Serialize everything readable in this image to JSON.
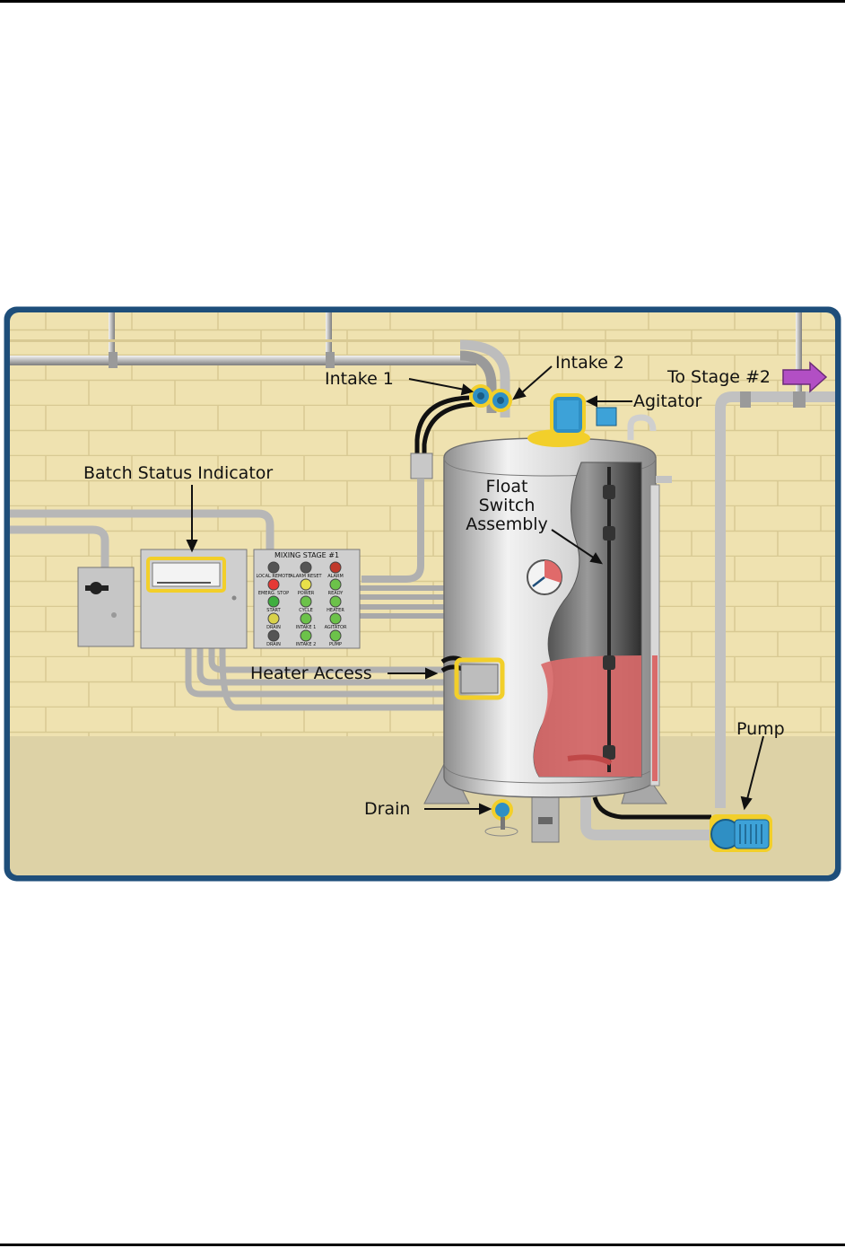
{
  "labels": {
    "intake1": "Intake 1",
    "intake2": "Intake 2",
    "to_stage": "To Stage #2",
    "agitator": "Agitator",
    "batch_status": "Batch Status Indicator",
    "float_switch_line1": "Float",
    "float_switch_line2": "Switch",
    "float_switch_line3": "Assembly",
    "heater_access": "Heater Access",
    "pump": "Pump",
    "drain": "Drain"
  },
  "control_panel": {
    "title": "MIXING STAGE #1",
    "buttons": [
      {
        "label": "LOCAL  REMOTE",
        "color": "#555555"
      },
      {
        "label": "ALARM RESET",
        "color": "#555555"
      },
      {
        "label": "ALARM",
        "color": "#c0392b"
      },
      {
        "label": "EMERG. STOP",
        "color": "#e53935"
      },
      {
        "label": "POWER",
        "color": "#e8e04a"
      },
      {
        "label": "READY",
        "color": "#6cc24a"
      },
      {
        "label": "START",
        "color": "#3fae3f"
      },
      {
        "label": "CYCLE",
        "color": "#6cc24a"
      },
      {
        "label": "HEATER",
        "color": "#6cc24a"
      },
      {
        "label": "DRAIN",
        "color": "#d9d24a"
      },
      {
        "label": "INTAKE 1",
        "color": "#6cc24a"
      },
      {
        "label": "AGITATOR",
        "color": "#6cc24a"
      },
      {
        "label": "DRAIN",
        "color": "#555555"
      },
      {
        "label": "INTAKE 2",
        "color": "#6cc24a"
      },
      {
        "label": "PUMP",
        "color": "#6cc24a"
      }
    ]
  },
  "colors": {
    "wall": "#efe2b0",
    "floor": "#ddd2a6",
    "frame": "#1e4e7a",
    "highlight": "#f2cf2a",
    "liquid": "#d96a6a",
    "motor": "#2f8fc4",
    "arrow_purple": "#b24fc4"
  }
}
